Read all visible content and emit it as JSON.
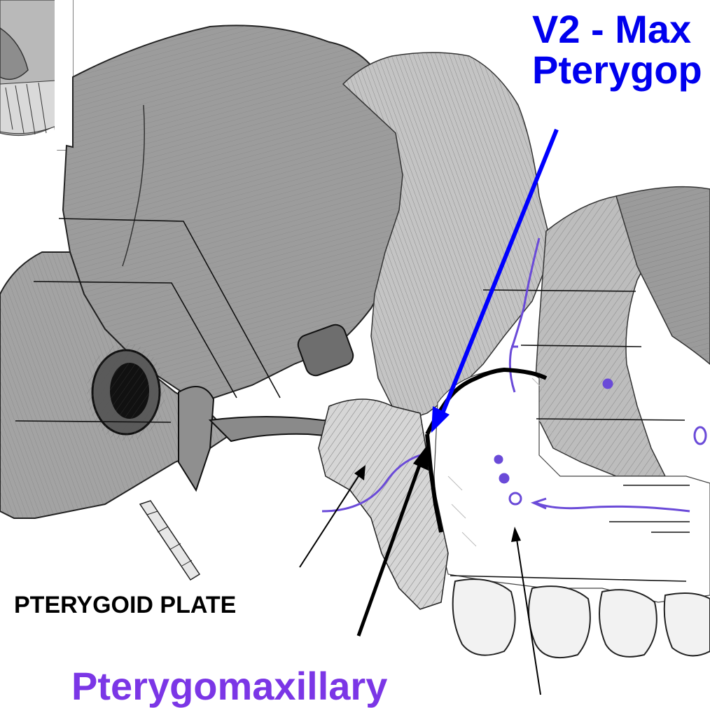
{
  "labels": {
    "v2_line1": "V2 - Max",
    "v2_line2": "Pterygop",
    "pterygoid_plate": "PTERYGOID PLATE",
    "pterygomaxillary": "Pterygomaxillary"
  },
  "colors": {
    "blue_label": "#0000ee",
    "purple_label": "#7b36e6",
    "black_label": "#000000",
    "bone_fill": "#a8a8a8",
    "bone_dark": "#7a7a7a",
    "arrow_blue": "#0000ff",
    "annotation_purple": "#6a4ad8"
  }
}
